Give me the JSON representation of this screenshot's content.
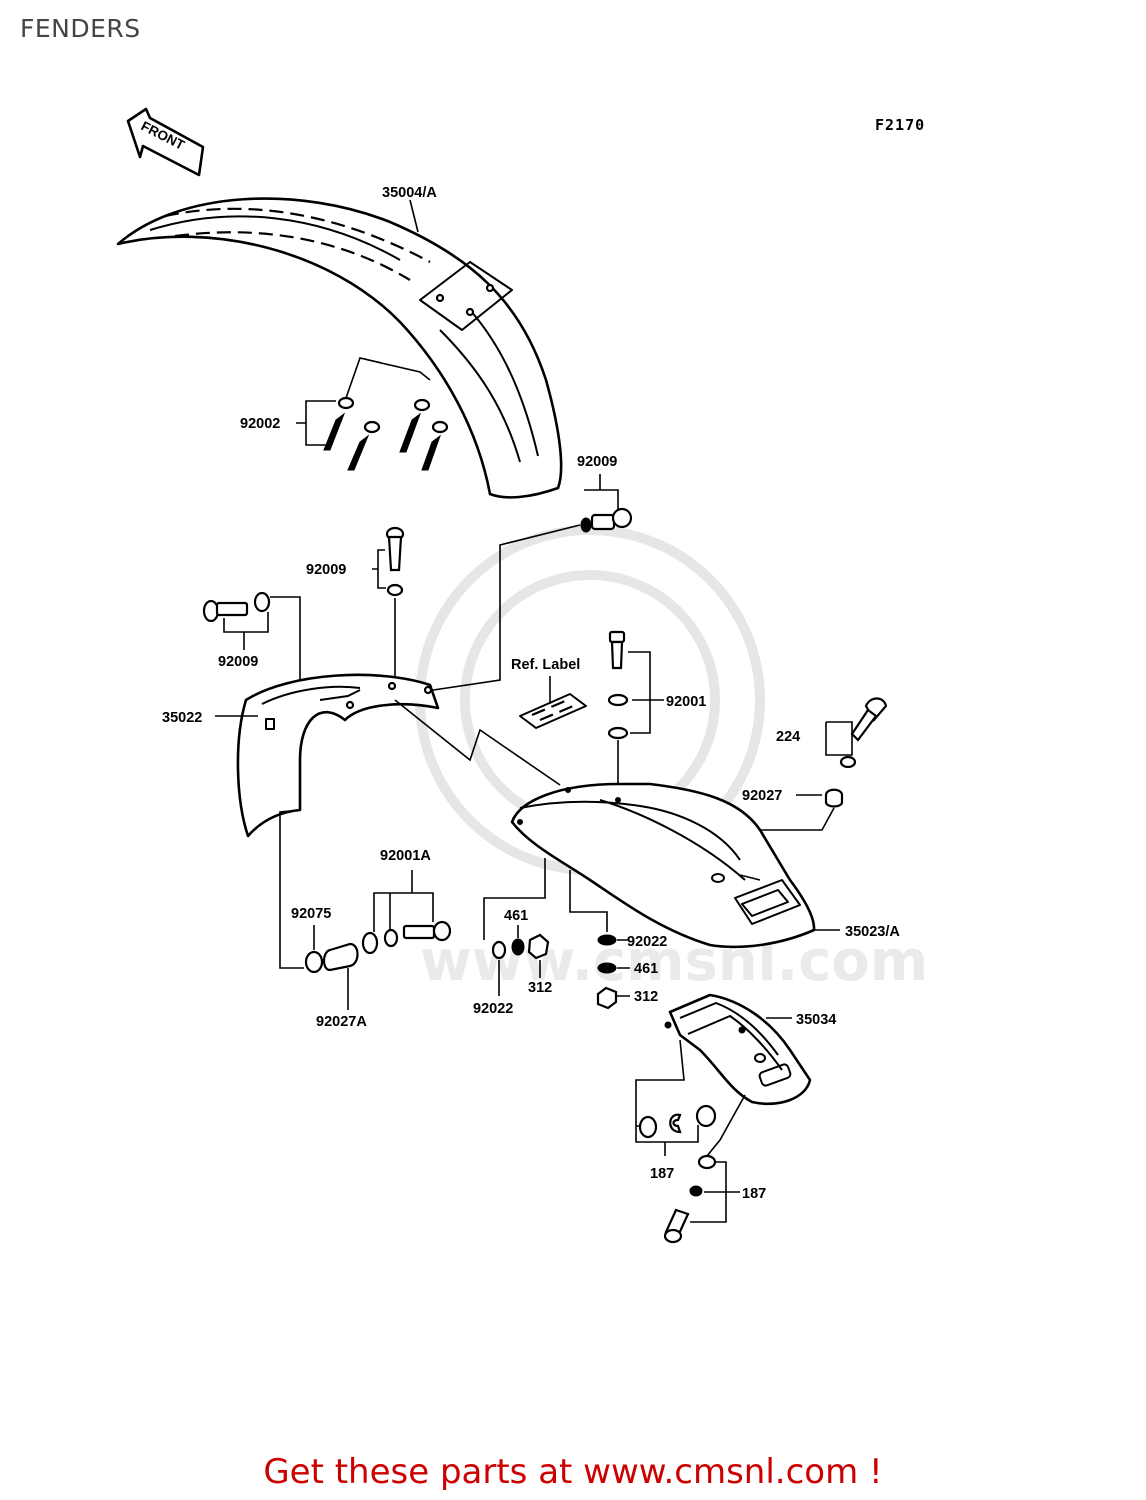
{
  "page": {
    "title": "FENDERS",
    "figure_code": "F2170"
  },
  "direction_arrow": "FRONT",
  "parts": {
    "front_fender": "35004/A",
    "front_fender_bolt_set": "92002",
    "bolt_upper_right": "92009",
    "bolt_vertical": "92009",
    "bolt_left": "92009",
    "rear_fender_front": "35022",
    "ref_label": "Ref. Label",
    "bolt_rear": "92001",
    "collar_a": "92001A",
    "clip": "224",
    "damper_a": "92027",
    "damper_b": "92027A",
    "spacer": "92075",
    "washer_1": "461",
    "nut_1": "312",
    "washer_2": "92022",
    "washer_3": "92022",
    "washer_4": "461",
    "nut_2": "312",
    "rear_fender": "35023/A",
    "flap": "35034",
    "bolt_flap_1": "187",
    "bolt_flap_2": "187"
  },
  "watermark": "www.cmsnl.com",
  "footer": {
    "text": "Get these parts at www.cmsnl.com !"
  }
}
